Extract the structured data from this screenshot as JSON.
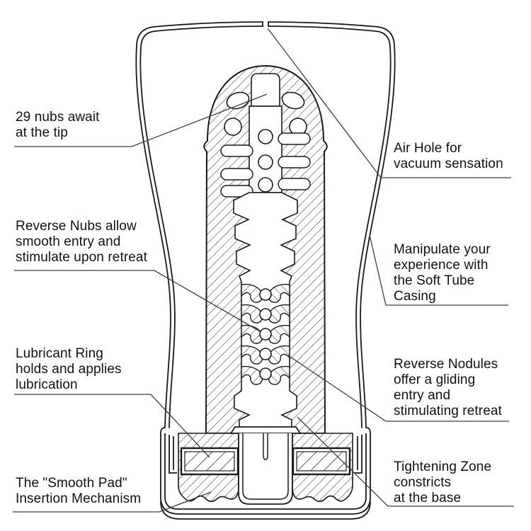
{
  "figure": {
    "type": "cutaway-product-diagram",
    "line_color": "#1a1a1a",
    "leader_color": "#3d3d3d",
    "background": "#ffffff"
  },
  "labels": [
    {
      "id": "label-29-nubs",
      "text": "29 nubs await\nat the tip"
    },
    {
      "id": "label-air-hole",
      "text": "Air Hole for\nvacuum sensation"
    },
    {
      "id": "label-reverse-nubs",
      "text": "Reverse Nubs allow\nsmooth entry and\nstimulate upon retreat"
    },
    {
      "id": "label-soft-tube-casing",
      "text": "Manipulate your\nexperience with\nthe Soft Tube\nCasing"
    },
    {
      "id": "label-lubricant-ring",
      "text": "Lubricant Ring\nholds and applies\nlubrication"
    },
    {
      "id": "label-reverse-nodules",
      "text": "Reverse Nodules\noffer a gliding\nentry and\nstimulating retreat"
    },
    {
      "id": "label-smooth-pad",
      "text": "The \"Smooth Pad\"\nInsertion Mechanism"
    },
    {
      "id": "label-tightening-zone",
      "text": "Tightening Zone\nconstricts\nat the base"
    }
  ]
}
